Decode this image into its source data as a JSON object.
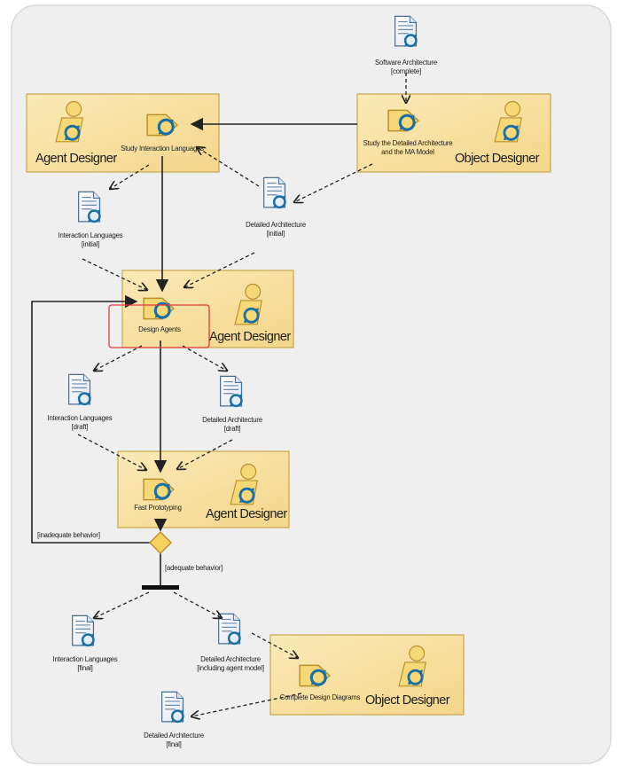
{
  "diagram": {
    "title_fragment": "",
    "colors": {
      "panel_bg": "#efefef",
      "lane_fill": "#f7e3a6",
      "lane_border": "#c8a64a",
      "icon_yellow": "#f4d36b",
      "icon_blue": "#1a6fa5",
      "doc_stroke": "#4a6f95",
      "highlight": "#e23b3b",
      "decision_fill": "#f6d25c"
    },
    "roles": {
      "agent_designer_1": "Agent Designer",
      "object_designer_1": "Object Designer",
      "agent_designer_2": "Agent Designer",
      "agent_designer_3": "Agent Designer",
      "object_designer_2": "Object Designer"
    },
    "activities": {
      "study_interaction": "Study Interaction Languages",
      "study_detailed_1": "Study the Detailed Architecture",
      "study_detailed_2": "and the MA Model",
      "design_agents": "Design Agents",
      "fast_prototyping": "Fast Prototyping",
      "complete_design": "Complete Design Diagrams"
    },
    "documents": {
      "sw_arch_name": "Software Architecture",
      "sw_arch_state": "[complete]",
      "det_arch_initial_name": "Detailed Architecture",
      "det_arch_initial_state": "[initial]",
      "int_lang_initial_name": "Interaction Languages",
      "int_lang_initial_state": "[initial]",
      "int_lang_draft_name": "Interaction Languages",
      "int_lang_draft_state": "[draft]",
      "det_arch_draft_name": "Detailed Architecture",
      "det_arch_draft_state": "[draft]",
      "int_lang_final_name": "Interaction Languages",
      "int_lang_final_state": "[final]",
      "det_arch_agent_name": "Detailed Architecture",
      "det_arch_agent_state": "[including agent model]",
      "det_arch_final_name": "Detailed Architecture",
      "det_arch_final_state": "[final]"
    },
    "guards": {
      "inadequate": "[inadequate behavior]",
      "adequate": "[adequate behavior]"
    }
  }
}
